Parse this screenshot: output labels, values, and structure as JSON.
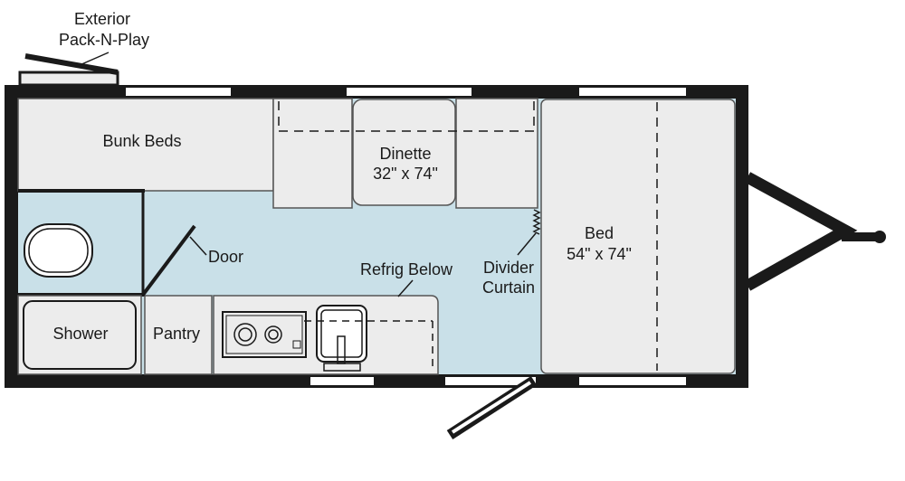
{
  "labels": {
    "exterior_line1": "Exterior",
    "exterior_line2": "Pack-N-Play",
    "bunk_beds": "Bunk Beds",
    "dinette_line1": "Dinette",
    "dinette_line2": "32\" x 74\"",
    "bed_line1": "Bed",
    "bed_line2": "54\" x 74\"",
    "door": "Door",
    "refrig_below": "Refrig Below",
    "divider_line1": "Divider",
    "divider_line2": "Curtain",
    "shower": "Shower",
    "pantry": "Pantry"
  },
  "colors": {
    "wall": "#1a1a1a",
    "floor": "#c9e0e8",
    "furniture": "#ececec",
    "outline": "#555555"
  }
}
